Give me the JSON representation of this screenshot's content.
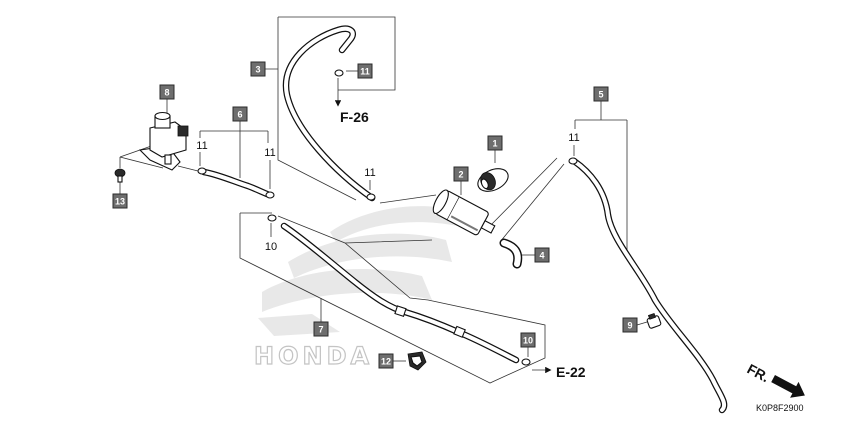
{
  "diagram": {
    "callouts": [
      {
        "label": "1"
      },
      {
        "label": "2"
      },
      {
        "label": "3"
      },
      {
        "label": "4"
      },
      {
        "label": "5"
      },
      {
        "label": "6"
      },
      {
        "label": "7"
      },
      {
        "label": "8"
      },
      {
        "label": "9"
      },
      {
        "label": "10"
      },
      {
        "label": "11"
      },
      {
        "label": "12"
      },
      {
        "label": "13"
      }
    ],
    "notes": [
      "11",
      "11",
      "11",
      "11",
      "10"
    ],
    "refs": {
      "upper": "F-26",
      "lower": "E-22"
    },
    "direction": "FR.",
    "code": "K0P8F2900",
    "watermark": "HONDA"
  },
  "colors": {
    "callout_fill": "#6e6e6e",
    "line": "#111111",
    "watermark": "#d6d6d6"
  }
}
